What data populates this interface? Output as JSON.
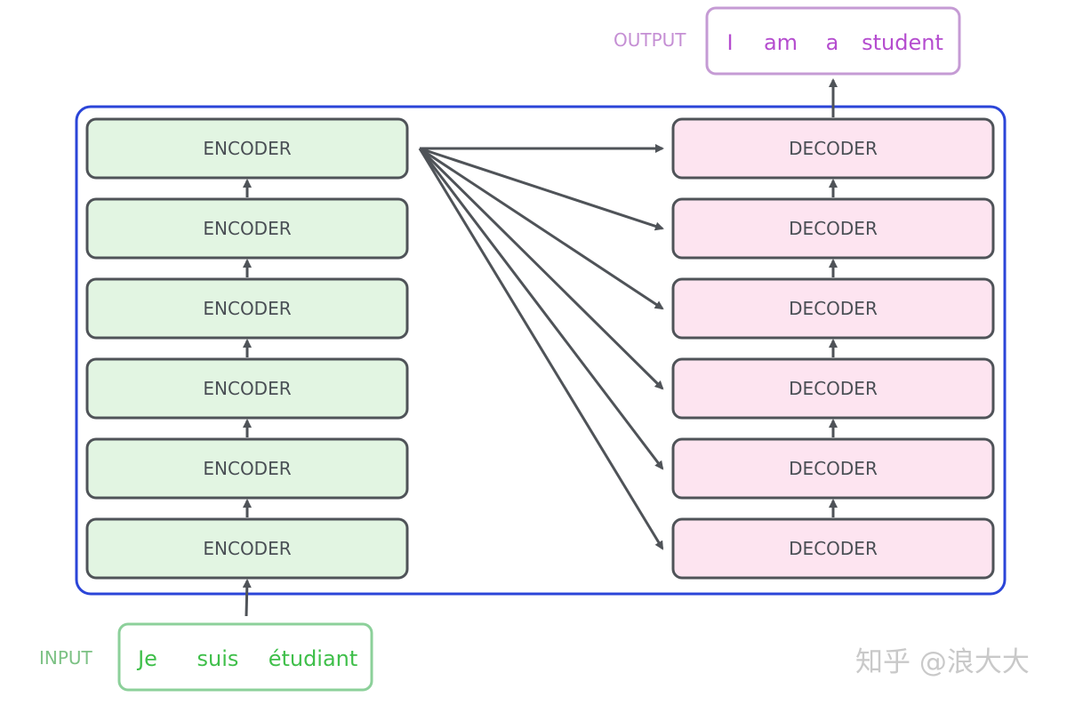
{
  "encoder": {
    "label": "ENCODER",
    "count": 6,
    "fill": "#e2f5e2",
    "stroke": "#4f5358"
  },
  "decoder": {
    "label": "DECODER",
    "count": 6,
    "fill": "#fde4f0",
    "stroke": "#4f5358"
  },
  "stack_container": {
    "stroke": "#2b45d8"
  },
  "arrow_color": "#4f5358",
  "output": {
    "label": "OUTPUT",
    "words": [
      "I",
      "am",
      "a",
      "student"
    ],
    "box_stroke": "#c59bd4",
    "label_color": "#c58fd4",
    "word_color": "#b54dcf"
  },
  "input": {
    "label": "INPUT",
    "words": [
      "Je",
      "suis",
      "étudiant"
    ],
    "box_stroke": "#8cd09a",
    "label_color": "#7cc184",
    "word_color": "#3fbf4a"
  },
  "watermark": {
    "text": "知乎 @浪大大"
  }
}
